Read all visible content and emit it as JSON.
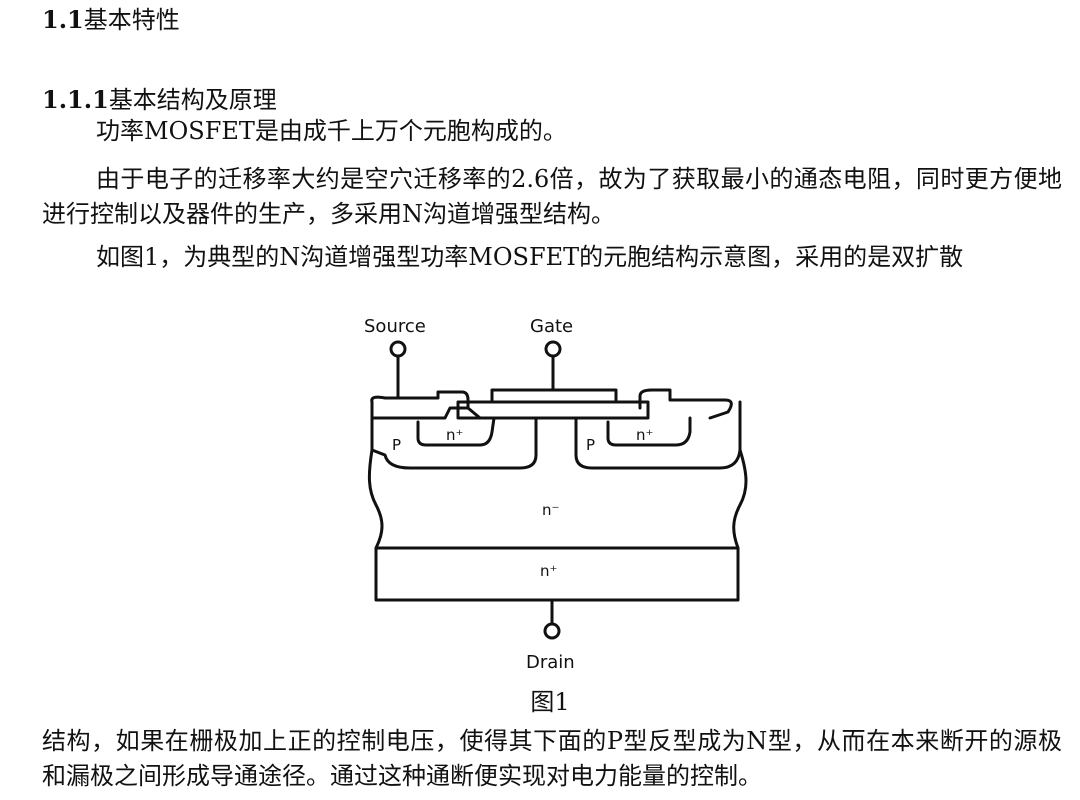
{
  "section": {
    "number": "1.1",
    "title": "基本特性"
  },
  "subsection": {
    "number": "1.1.1",
    "title": "基本结构及原理"
  },
  "paragraphs": [
    "功率MOSFET是由成千上万个元胞构成的。",
    "由于电子的迁移率大约是空穴迁移率的2.6倍，故为了获取最小的通态电阻，同时更方便地进行控制以及器件的生产，多采用N沟道增强型结构。",
    "如图1，为典型的N沟道增强型功率MOSFET的元胞结构示意图，采用的是双扩散",
    "结构，如果在栅极加上正的控制电压，使得其下面的P型反型成为N型，从而在本来断开的源极和漏极之间形成导通途径。通过这种通断便实现对电力能量的控制。"
  ],
  "figure": {
    "caption": "图1",
    "terminals": {
      "source": "Source",
      "gate": "Gate",
      "drain": "Drain"
    },
    "regions": {
      "p_left": "P",
      "p_right": "P",
      "n_plus_left": "n⁺",
      "n_plus_right": "n⁺",
      "n_minus": "n⁻",
      "n_plus": "n⁺"
    }
  }
}
